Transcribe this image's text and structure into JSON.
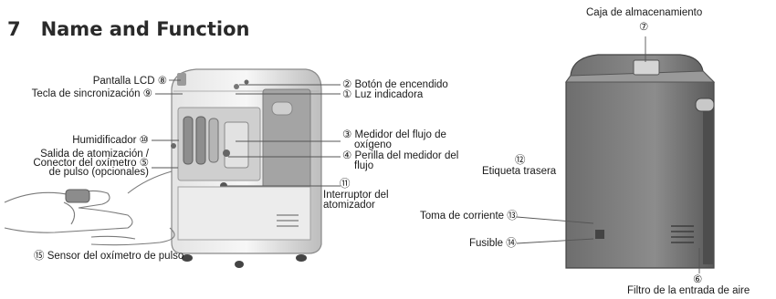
{
  "heading": {
    "number": "7",
    "title": "Name and Function"
  },
  "front_labels": {
    "lcd": "Pantalla LCD ⑧",
    "sync": "Tecla de sincronización ⑨",
    "humidifier": "Humidificador ⑩",
    "atomization_1": "Salida de atomización /",
    "atomization_2": "Conector del oxímetro ⑤",
    "atomization_3": "de pulso  (opcionales)",
    "power_button": "② Botón de encendido",
    "indicator": "① Luz indicadora",
    "flowmeter_1": "③ Medidor del flujo de",
    "flowmeter_2": "oxígeno",
    "knob_1": "④ Perilla del medidor del",
    "knob_2": "flujo",
    "atomizer_switch_num": "⑪",
    "atomizer_switch_1": "Interruptor del",
    "atomizer_switch_2": "atomizador",
    "oximeter_sensor": "⑮ Sensor del oxímetro de pulso"
  },
  "back_labels": {
    "storage": "Caja de almacenamiento",
    "storage_num": "⑦",
    "rear_label_num": "⑫",
    "rear_label": "Etiqueta trasera",
    "power_socket": "Toma de corriente ⑬",
    "fuse": "Fusible ⑭",
    "air_filter_num": "⑥",
    "air_filter": "Filtro de la entrada de aire"
  }
}
